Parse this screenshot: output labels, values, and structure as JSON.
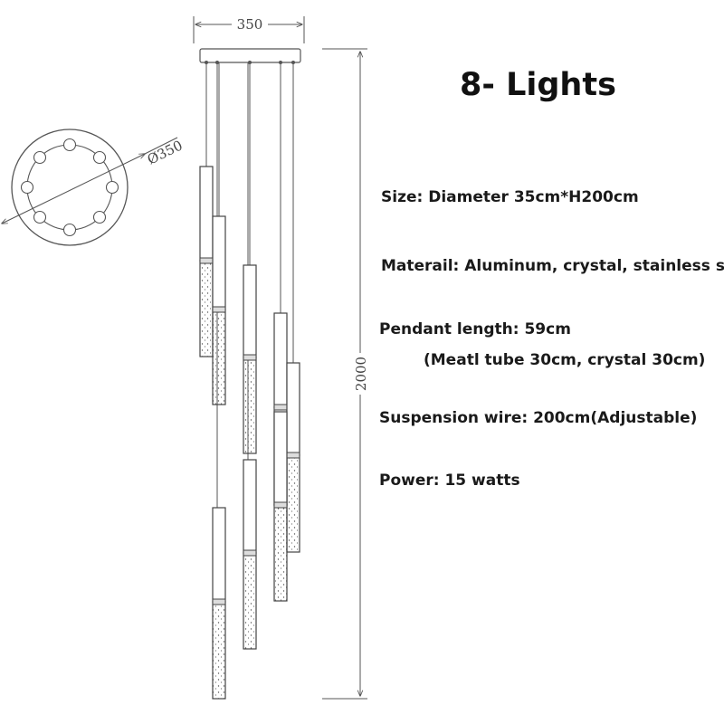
{
  "title": "8- Lights",
  "dimensions": {
    "width_label": "350",
    "diameter_label": "Ø350",
    "height_label": "2000"
  },
  "specs": {
    "size": "Size: Diameter 35cm*H200cm",
    "material": "Materail: Aluminum, crystal, stainless steel",
    "pendant_length": "Pendant length: 59cm",
    "pendant_detail": "(Meatl tube 30cm, crystal 30cm)",
    "suspension": "Suspension wire: 200cm(Adjustable)",
    "power": "Power: 15 watts"
  },
  "colors": {
    "line": "#555555",
    "text": "#1a1a1a"
  }
}
